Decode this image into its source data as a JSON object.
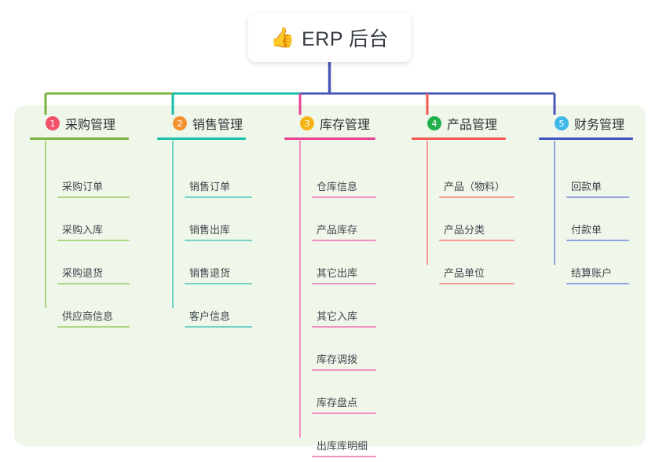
{
  "root": {
    "icon": "thumbs-up-emoji",
    "emoji": "👍",
    "title": "ERP 后台",
    "stem_color": "#4a56b8"
  },
  "panel": {
    "background": "#eef7e9"
  },
  "columns": [
    {
      "number": "1",
      "title": "采购管理",
      "badge_color": "#f0516a",
      "line_color": "#7cb342",
      "leaf_line_color": "#aed581",
      "stub_color": "#7cb342",
      "leaves": [
        "采购订单",
        "采购入库",
        "采购退货",
        "供应商信息"
      ]
    },
    {
      "number": "2",
      "title": "销售管理",
      "badge_color": "#f5922f",
      "line_color": "#16bfa6",
      "leaf_line_color": "#72d3c6",
      "stub_color": "#16bfa6",
      "leaves": [
        "销售订单",
        "销售出库",
        "销售退货",
        "客户信息"
      ]
    },
    {
      "number": "3",
      "title": "库存管理",
      "badge_color": "#f7b419",
      "line_color": "#ea3f91",
      "leaf_line_color": "#f490c0",
      "stub_color": "#ea3f91",
      "leaves": [
        "仓库信息",
        "产品库存",
        "其它出库",
        "其它入库",
        "库存调拨",
        "库存盘点",
        "出库库明细"
      ]
    },
    {
      "number": "4",
      "title": "产品管理",
      "badge_color": "#23b14d",
      "line_color": "#f4594f",
      "leaf_line_color": "#f79b92",
      "stub_color": "#f4594f",
      "leaves": [
        "产品（物料）",
        "产品分类",
        "产品单位"
      ]
    },
    {
      "number": "5",
      "title": "财务管理",
      "badge_color": "#3fb8e8",
      "line_color": "#3f51c4",
      "leaf_line_color": "#92a3e0",
      "stub_color": "#4a56b8",
      "leaves": [
        "回款单",
        "付款单",
        "结算账户"
      ]
    }
  ],
  "bus": {
    "segments": [
      {
        "color": "#7cb342"
      },
      {
        "color": "#16bfa6"
      },
      {
        "color": "#4a56b8"
      }
    ]
  }
}
